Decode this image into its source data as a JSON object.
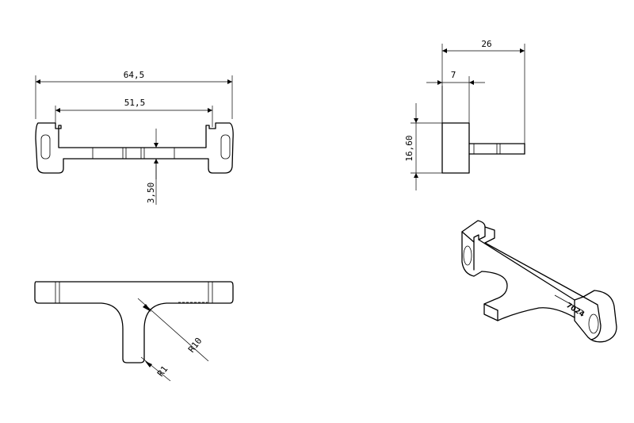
{
  "dimensions": {
    "overall_width": "64,5",
    "inner_width": "51,5",
    "thickness": "3,50",
    "depth": "26",
    "tab_width": "7",
    "height": "16,60",
    "radius_large": "R10",
    "radius_small": "R1"
  },
  "engraving": "7024",
  "colors": {
    "line": "#000000",
    "background": "#ffffff"
  }
}
